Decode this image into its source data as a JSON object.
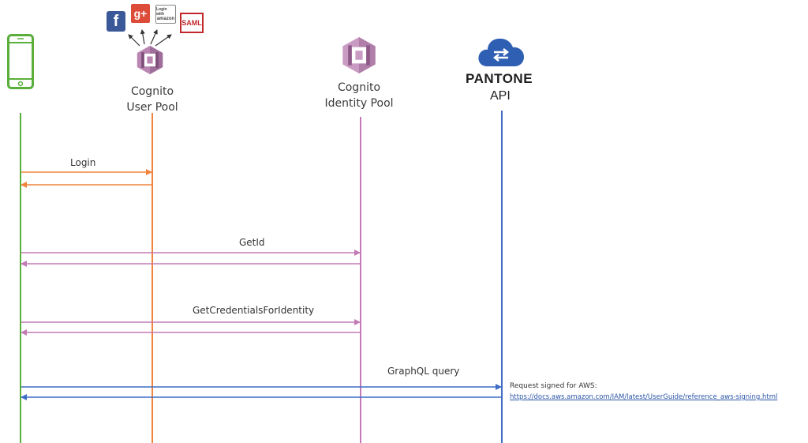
{
  "participants": {
    "mobile": {
      "icon": "mobile-phone-icon",
      "color": "#5aaf3c"
    },
    "user_pool": {
      "line1": "Cognito",
      "line2": "User Pool",
      "icon": "cognito-icon",
      "color": "#f0843c"
    },
    "identity_pool": {
      "line1": "Cognito",
      "line2": "Identity Pool",
      "icon": "cognito-icon",
      "color": "#c27bb6"
    },
    "api": {
      "brand": "PANTONE",
      "sublabel": "API",
      "icon": "cloud-exchange-icon",
      "color": "#3f6cc4"
    }
  },
  "identity_providers": [
    {
      "name": "facebook",
      "text": "f",
      "color": "#3b5998"
    },
    {
      "name": "google-plus",
      "text": "g+",
      "color": "#dd4b39"
    },
    {
      "name": "amazon",
      "text_line1": "Login with",
      "text_line2": "amazon",
      "color": "#ffffff"
    },
    {
      "name": "saml",
      "text": "SAML",
      "color": "#c0282d"
    }
  ],
  "messages": [
    {
      "label": "Login",
      "from": "mobile",
      "to": "user_pool",
      "color": "#f0843c"
    },
    {
      "label": "GetId",
      "from": "mobile",
      "to": "identity_pool",
      "color": "#c27bb6"
    },
    {
      "label": "GetCredentialsForIdentity",
      "from": "mobile",
      "to": "identity_pool",
      "color": "#c27bb6"
    },
    {
      "label": "GraphQL query",
      "from": "mobile",
      "to": "api",
      "color": "#3f6cc4"
    }
  ],
  "note": {
    "title": "Request signed for AWS:",
    "link": "https://docs.aws.amazon.com/IAM/latest/UserGuide/reference_aws-signing.html"
  }
}
